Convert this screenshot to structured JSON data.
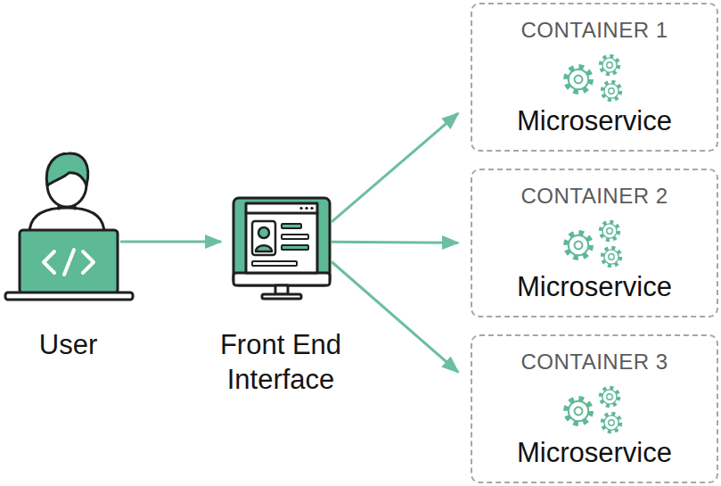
{
  "diagram": {
    "nodes": [
      {
        "text": [
          "User"
        ]
      },
      {
        "text": [
          "Front End Interface"
        ]
      },
      {
        "text": [
          "CONTAINER 1",
          "Microservice"
        ]
      },
      {
        "text": [
          "CONTAINER 2",
          "Microservice"
        ]
      },
      {
        "text": [
          "CONTAINER 3",
          "Microservice"
        ]
      }
    ],
    "edges": [
      {
        "from": 0,
        "to": 1,
        "arrow": "to"
      },
      {
        "from": 1,
        "to": 2,
        "arrow": "to"
      },
      {
        "from": 1,
        "to": 3,
        "arrow": "to"
      },
      {
        "from": 1,
        "to": 4,
        "arrow": "to"
      }
    ]
  }
}
